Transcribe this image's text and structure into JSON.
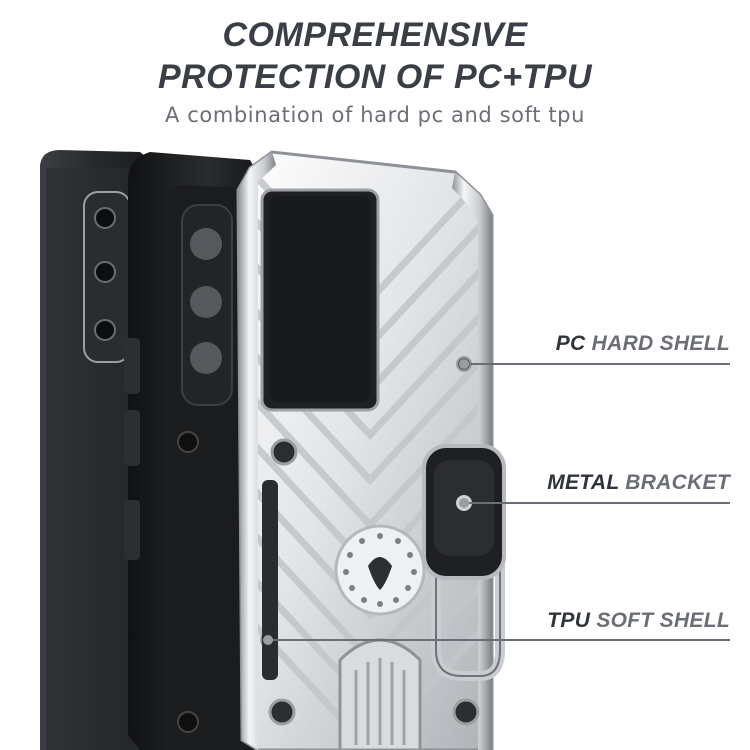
{
  "headline": {
    "line1": "COMPREHENSIVE",
    "line2": "PROTECTION OF PC+TPU",
    "subtitle": "A combination of hard pc and soft tpu"
  },
  "callouts": [
    {
      "strong": "PC",
      "light": "HARD SHELL"
    },
    {
      "strong": "METAL",
      "light": "BRACKET"
    },
    {
      "strong": "TPU",
      "light": "SOFT SHELL"
    }
  ],
  "colors": {
    "title": "#3a3e45",
    "subtitle": "#6b6f75",
    "shell_silver": "#e6e8ea",
    "phone_black": "#1e1f21"
  }
}
